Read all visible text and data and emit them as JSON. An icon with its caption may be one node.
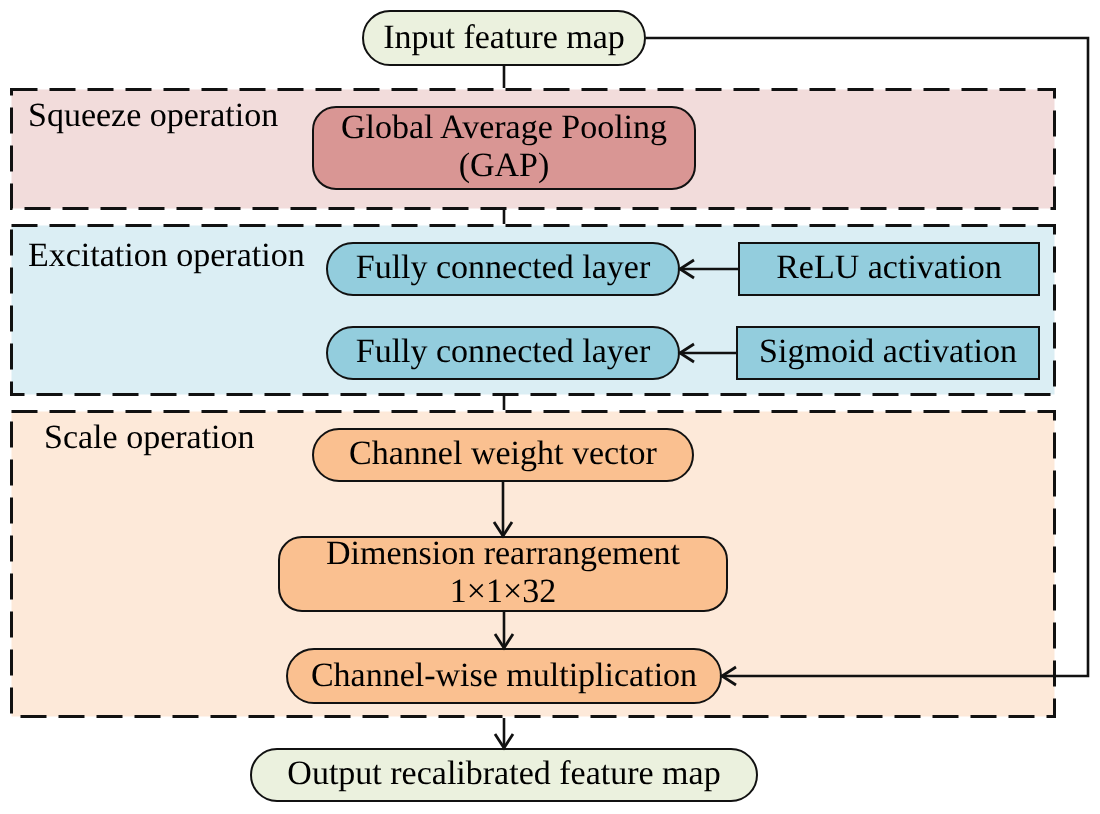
{
  "diagram": {
    "nodes": [
      {
        "text": [
          "Input feature map"
        ]
      },
      {
        "text": [
          "Squeeze operation"
        ]
      },
      {
        "text": [
          "Global Average Pooling (GAP)"
        ],
        "in": 1
      },
      {
        "text": [
          "Excitation operation"
        ]
      },
      {
        "text": [
          "Fully connected layer"
        ],
        "in": 3
      },
      {
        "text": [
          "ReLU activation"
        ],
        "in": 3
      },
      {
        "text": [
          "Fully connected layer"
        ],
        "in": 3
      },
      {
        "text": [
          "Sigmoid activation"
        ],
        "in": 3
      },
      {
        "text": [
          "Scale operation"
        ]
      },
      {
        "text": [
          "Channel weight vector"
        ],
        "in": 8
      },
      {
        "text": [
          "Dimension rearrangement",
          "1×1×32"
        ],
        "in": 8
      },
      {
        "text": [
          "Channel-wise multiplication"
        ],
        "in": 8
      },
      {
        "text": [
          "Output recalibrated feature map"
        ]
      }
    ],
    "edges": [
      {
        "from": 0,
        "to": 1,
        "arrow": "none"
      },
      {
        "from": 1,
        "to": 3,
        "arrow": "none"
      },
      {
        "from": 5,
        "to": 4,
        "arrow": "to"
      },
      {
        "from": 7,
        "to": 6,
        "arrow": "to"
      },
      {
        "from": 3,
        "to": 8,
        "arrow": "none"
      },
      {
        "from": 9,
        "to": 10,
        "arrow": "to"
      },
      {
        "from": 10,
        "to": 11,
        "arrow": "to"
      },
      {
        "from": 0,
        "to": 11,
        "arrow": "to"
      },
      {
        "from": 8,
        "to": 12,
        "arrow": "to"
      }
    ]
  }
}
